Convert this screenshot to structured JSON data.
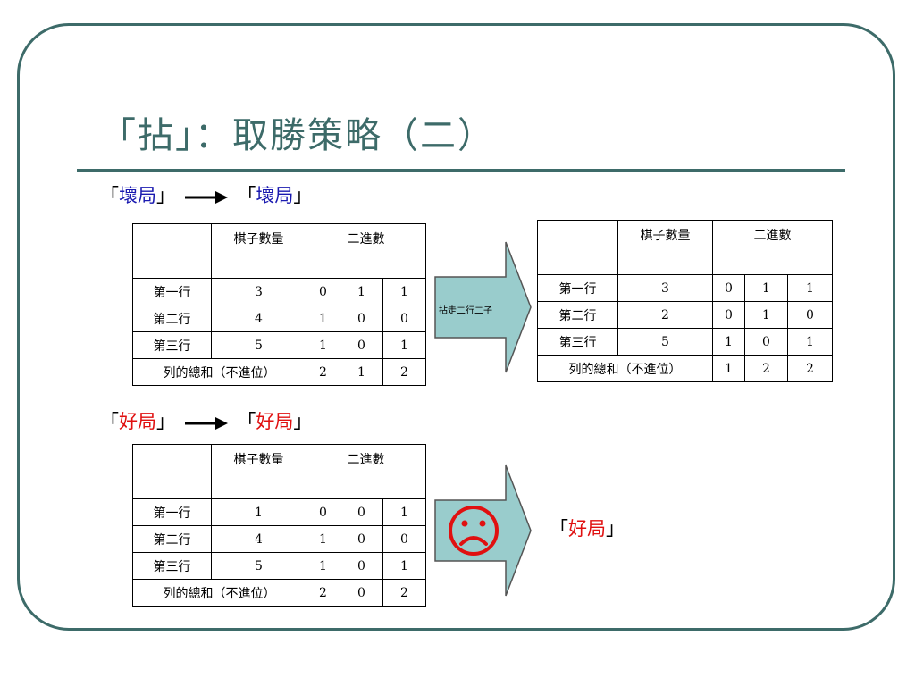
{
  "title": "「拈」：取勝策略（二）",
  "transitions": {
    "bad": {
      "left": "「",
      "word": "壞局",
      "right": "」"
    },
    "good": {
      "left": "「",
      "word": "好局",
      "right": "」"
    }
  },
  "table_headers": {
    "count": "棋子數量",
    "binary": "二進數"
  },
  "tables": {
    "bad_before": {
      "rows": [
        {
          "label": "第一行",
          "count": "3",
          "bits": [
            "0",
            "1",
            "1"
          ]
        },
        {
          "label": "第二行",
          "count": "4",
          "bits": [
            "1",
            "0",
            "0"
          ]
        },
        {
          "label": "第三行",
          "count": "5",
          "bits": [
            "1",
            "0",
            "1"
          ]
        }
      ],
      "sum": {
        "label": "列的總和（不進位）",
        "bits": [
          "2",
          "1",
          "2"
        ]
      }
    },
    "bad_after": {
      "rows": [
        {
          "label": "第一行",
          "count": "3",
          "bits": [
            "0",
            "1",
            "1"
          ]
        },
        {
          "label": "第二行",
          "count": "2",
          "bits": [
            "0",
            "1",
            "0"
          ]
        },
        {
          "label": "第三行",
          "count": "5",
          "bits": [
            "1",
            "0",
            "1"
          ]
        }
      ],
      "sum": {
        "label": "列的總和（不進位）",
        "bits": [
          "1",
          "2",
          "2"
        ]
      }
    },
    "good_before": {
      "rows": [
        {
          "label": "第一行",
          "count": "1",
          "bits": [
            "0",
            "0",
            "1"
          ]
        },
        {
          "label": "第二行",
          "count": "4",
          "bits": [
            "1",
            "0",
            "0"
          ]
        },
        {
          "label": "第三行",
          "count": "5",
          "bits": [
            "1",
            "0",
            "1"
          ]
        }
      ],
      "sum": {
        "label": "列的總和（不進位）",
        "bits": [
          "2",
          "0",
          "2"
        ]
      }
    }
  },
  "move_label": "拈走二行二子",
  "result": {
    "left": "「",
    "word": "好局",
    "right": "」"
  },
  "colors": {
    "theme": "#3d6b69",
    "bad": "#1a1ab0",
    "good": "#e01010",
    "arrow_fill": "#99cccc",
    "sad_face": "#e01010"
  },
  "icons": {
    "sad_face": "sad-face-icon",
    "transition_arrow": "right-arrow-icon",
    "big_arrow": "block-arrow-icon"
  }
}
